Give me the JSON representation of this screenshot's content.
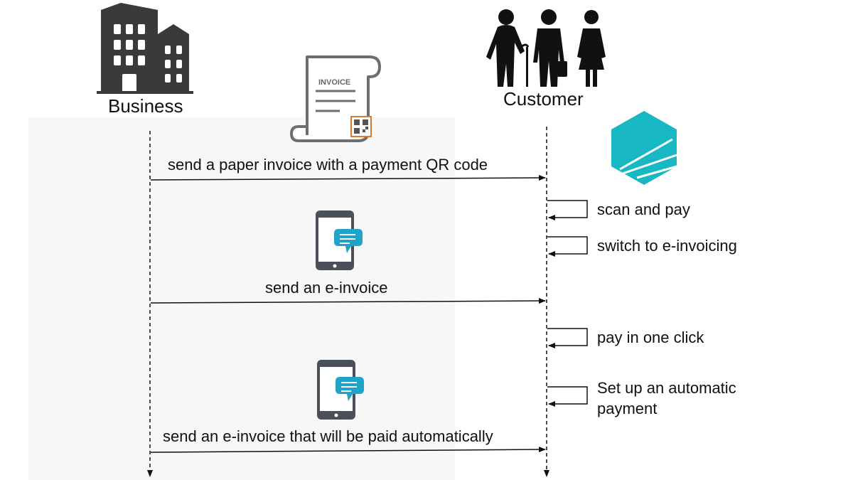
{
  "actors": {
    "business": "Business",
    "customer": "Customer"
  },
  "invoice_doc": {
    "title": "INVOICE"
  },
  "messages": {
    "paper_invoice": "send a paper invoice with a payment QR code",
    "scan_pay": "scan and pay",
    "switch_einvoicing": "switch to e-invoicing",
    "send_einvoice": "send an e-invoice",
    "pay_one_click": "pay in one click",
    "setup_auto_line1": "Set up an automatic",
    "setup_auto_line2": "payment",
    "send_einvoice_auto": "send an e-invoice that will be paid automatically"
  },
  "colors": {
    "icon_dark": "#3b3b3b",
    "phone_body": "#4a5058",
    "chat_bubble": "#1fa3c9",
    "brand_teal": "#17b8c4",
    "qr_border": "#e0782a",
    "line": "#111111"
  },
  "icons": {
    "business": "office-building-icon",
    "customer": "people-group-icon",
    "invoice": "invoice-scroll-icon",
    "phone": "smartphone-message-icon",
    "brand": "hexagon-logo-icon"
  }
}
